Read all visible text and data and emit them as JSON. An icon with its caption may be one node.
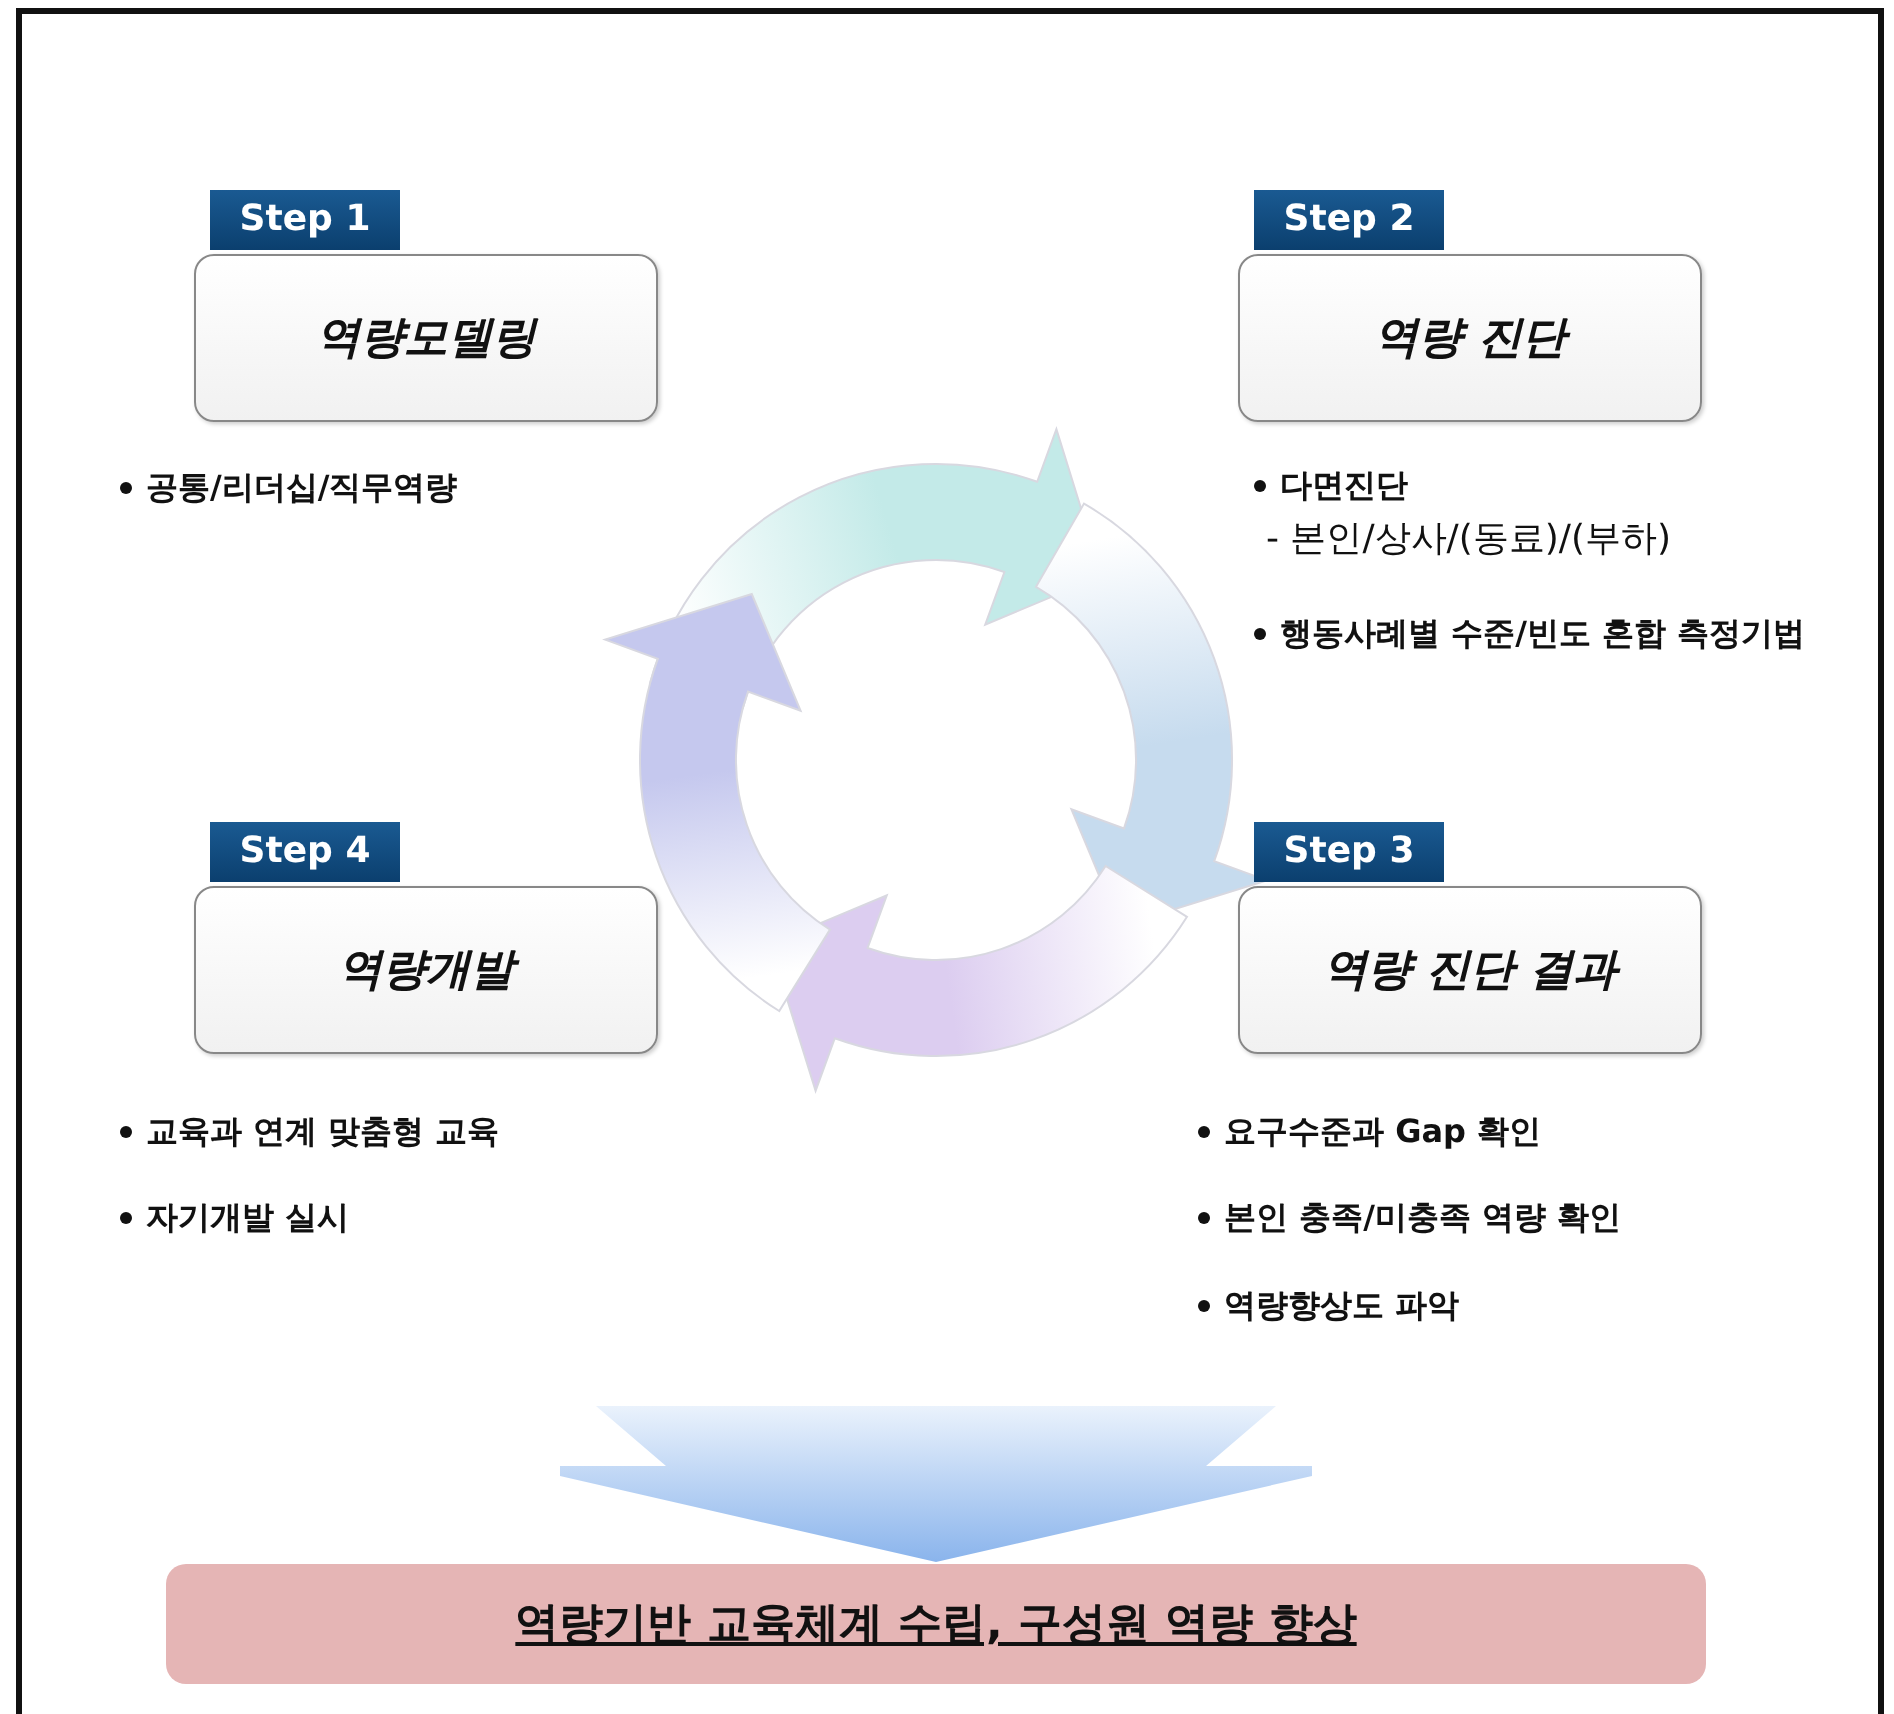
{
  "diagram": {
    "nodes": [
      {
        "text": [
          "Step 1",
          "역량모델링"
        ],
        "beside": [
          "공통/리더십/직무역량"
        ]
      },
      {
        "text": [
          "Step 2",
          "역량 진단"
        ],
        "beside": [
          "다면진단",
          "- 본인/상사/(동료)/(부하)",
          "행동사례별 수준/빈도 혼합 측정기법"
        ]
      },
      {
        "text": [
          "Step 4",
          "역량개발"
        ],
        "beside": [
          "교육과 연계 맞춤형 교육",
          "자기개발 실시"
        ]
      },
      {
        "text": [
          "Step 3",
          "역량 진단 결과"
        ],
        "beside": [
          "요구수준과 Gap 확인",
          "본인 충족/미충족 역량 확인",
          "역량향상도 파악"
        ]
      },
      {
        "text": [
          "역량기반 교육체계 수립, 구성원 역량 향상"
        ]
      }
    ],
    "edges": [
      {
        "from": 0,
        "to": 1,
        "arrow": "to",
        "style": "thick",
        "color": "#c3eae8"
      },
      {
        "from": 1,
        "to": 3,
        "arrow": "to",
        "style": "thick",
        "color": "#c6dbee"
      },
      {
        "from": 3,
        "to": 2,
        "arrow": "to",
        "style": "thick",
        "color": "#dccdf0"
      },
      {
        "from": 2,
        "to": 0,
        "arrow": "to",
        "style": "thick",
        "color": "#c5c8ee"
      },
      {
        "from": null,
        "to": 4,
        "arrow": "to",
        "style": "thick",
        "color": "#8ab4ec"
      }
    ]
  }
}
